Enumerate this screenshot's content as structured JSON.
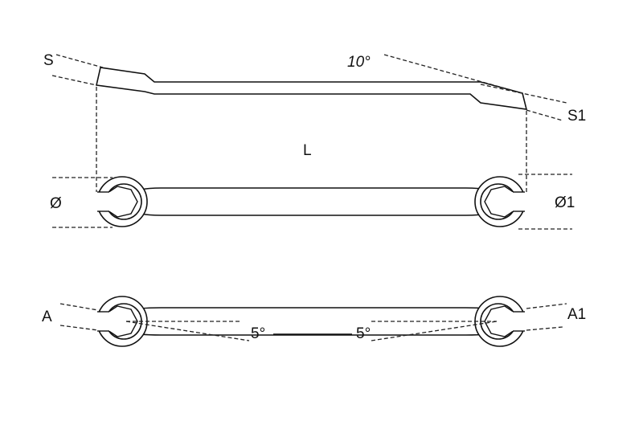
{
  "title": "Flare nut wrench dimension diagram",
  "labels": {
    "s": "S",
    "angle_top": "10°",
    "s1": "S1",
    "length": "L",
    "diameter": "Ø",
    "diameter1": "Ø1",
    "a": "A",
    "angle_left": "5°",
    "angle_right": "5°",
    "a1": "A1"
  }
}
